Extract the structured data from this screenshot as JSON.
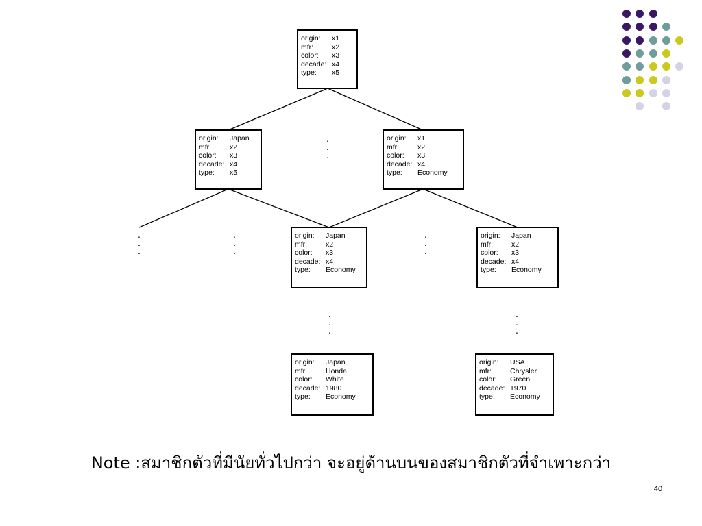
{
  "colors": {
    "purple": "#3a1762",
    "teal": "#6f9d9b",
    "yellow": "#c9c91e",
    "lavender": "#d4d3e6",
    "line": "#000000"
  },
  "decoration": {
    "dot_grid": [
      [
        "purple",
        "purple",
        "purple",
        null,
        null
      ],
      [
        "purple",
        "purple",
        "purple",
        "teal",
        null
      ],
      [
        "purple",
        "purple",
        "teal",
        "teal",
        "yellow"
      ],
      [
        "purple",
        "teal",
        "teal",
        "yellow",
        null
      ],
      [
        "teal",
        "teal",
        "yellow",
        "yellow",
        "lavender"
      ],
      [
        "teal",
        "yellow",
        "yellow",
        "lavender",
        null
      ],
      [
        "yellow",
        "yellow",
        "lavender",
        "lavender",
        null
      ],
      [
        null,
        "lavender",
        null,
        "lavender",
        null
      ]
    ]
  },
  "tree": {
    "field_labels": [
      "origin:",
      "mfr:",
      "color:",
      "decade:",
      "type:"
    ],
    "nodes": {
      "root": [
        "x1",
        "x2",
        "x3",
        "x4",
        "x5"
      ],
      "l1_japan": [
        "Japan",
        "x2",
        "x3",
        "x4",
        "x5"
      ],
      "l1_economy": [
        "x1",
        "x2",
        "x3",
        "x4",
        "Economy"
      ],
      "l2_japan_economy": [
        "Japan",
        "x2",
        "x3",
        "x4",
        "Economy"
      ],
      "l2_japan_economy_b": [
        "Japan",
        "x2",
        "x3",
        "x4",
        "Economy"
      ],
      "leaf_honda": [
        "Japan",
        "Honda",
        "White",
        "1980",
        "Economy"
      ],
      "leaf_chrysler": [
        "USA",
        "Chrysler",
        "Green",
        "1970",
        "Economy"
      ]
    },
    "ellipsis": "..."
  },
  "note": "Note :สมาชิกตัวที่มีนัยทั่วไปกว่า จะอยู่ด้านบนของสมาชิกตัวที่จำเพาะกว่า",
  "page_number": "40"
}
